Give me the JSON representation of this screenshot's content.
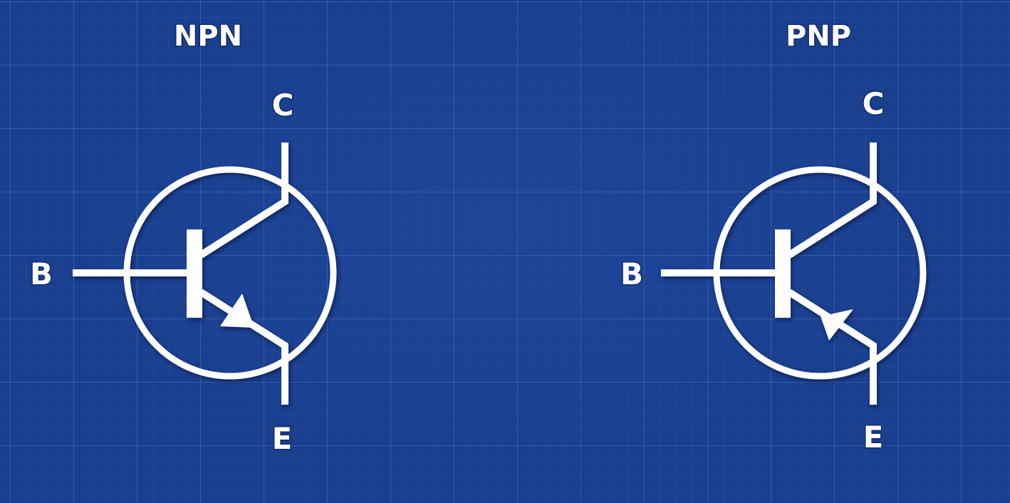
{
  "transistors": [
    {
      "title": "NPN",
      "pins": {
        "collector": "C",
        "base": "B",
        "emitter": "E"
      }
    },
    {
      "title": "PNP",
      "pins": {
        "collector": "C",
        "base": "B",
        "emitter": "E"
      }
    }
  ],
  "colors": {
    "background": "#1a3f8f",
    "grid": "#7aa0e6",
    "foreground": "#ffffff"
  },
  "icons": [
    "npn-transistor-symbol-icon",
    "pnp-transistor-symbol-icon"
  ]
}
